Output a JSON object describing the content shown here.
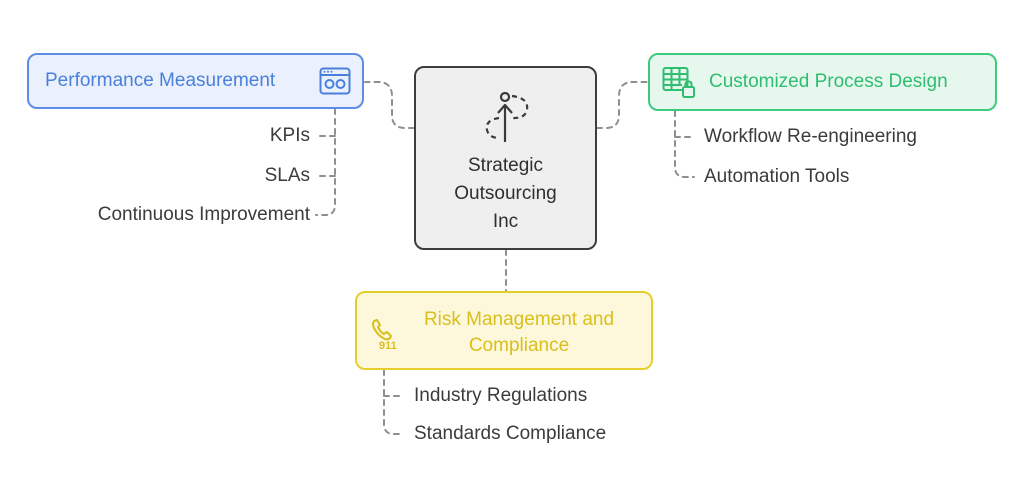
{
  "center": {
    "title_lines": [
      "Strategic",
      "Outsourcing",
      "Inc"
    ]
  },
  "branches": {
    "performance": {
      "title": "Performance Measurement",
      "icon": "browser-window-icon",
      "color": "#4a7fdc",
      "items": [
        "KPIs",
        "SLAs",
        "Continuous Improvement"
      ]
    },
    "customized": {
      "title": "Customized Process Design",
      "icon": "spreadsheet-lock-icon",
      "color": "#2fbd70",
      "items": [
        "Workflow Re-engineering",
        "Automation Tools"
      ]
    },
    "risk": {
      "title_lines": [
        "Risk Management and",
        "Compliance"
      ],
      "icon": "emergency-phone-911-icon",
      "icon_text": "911",
      "color": "#d9bf1c",
      "items": [
        "Industry Regulations",
        "Standards Compliance"
      ]
    }
  },
  "center_icon": "branching-arrow-icon"
}
